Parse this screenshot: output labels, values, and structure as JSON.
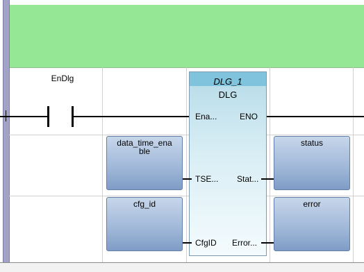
{
  "contact": {
    "label": "EnDlg"
  },
  "function_block": {
    "instance": "DLG_1",
    "type": "DLG",
    "inputs": [
      "Ena...",
      "TSE...",
      "CfgID"
    ],
    "outputs": [
      "ENO",
      "Stat...",
      "Error..."
    ]
  },
  "variables": {
    "in1": "data_time_ena\nble",
    "in2": "cfg_id",
    "out1": "status",
    "out2": "error"
  },
  "colors": {
    "header": "#95e795",
    "block": "#d9eef5",
    "variable": "#9fb7d8"
  }
}
